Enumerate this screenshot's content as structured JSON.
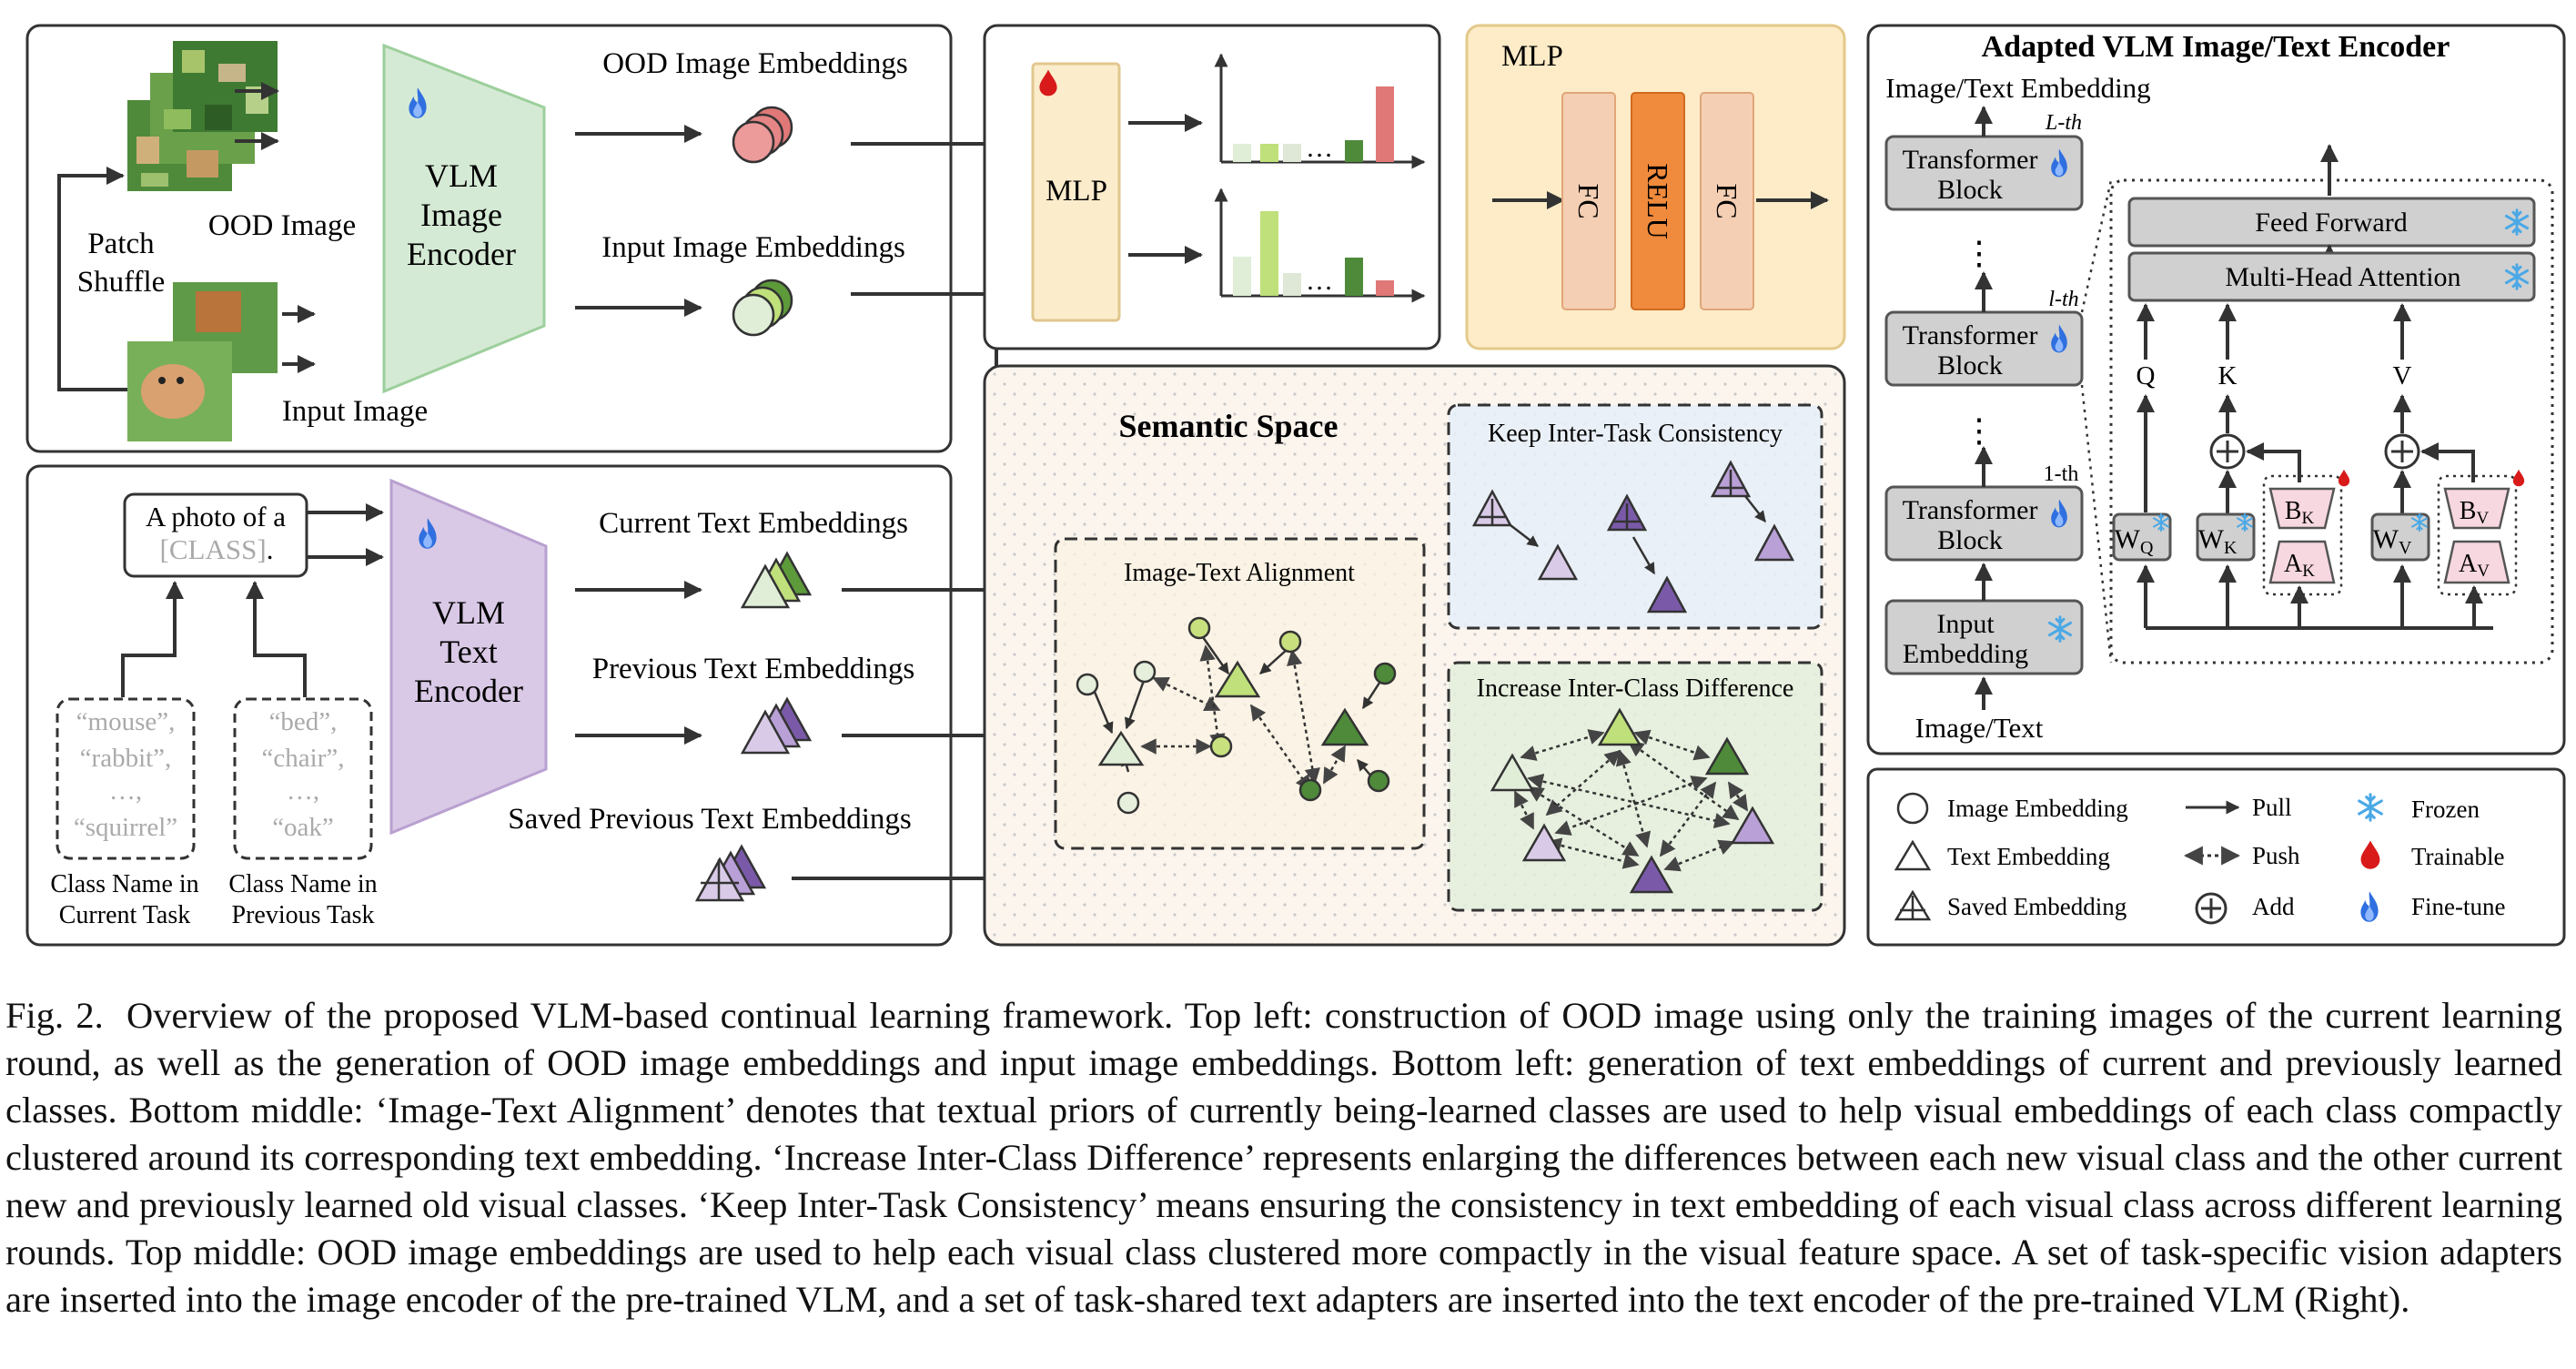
{
  "figure": {
    "ood_image_embeddings": "OOD Image Embeddings",
    "input_image_embeddings": "Input Image Embeddings",
    "vlm_image_encoder": [
      "VLM",
      "Image",
      "Encoder"
    ],
    "patch_shuffle": [
      "Patch",
      "Shuffle"
    ],
    "ood_image": "OOD Image",
    "input_image": "Input Image",
    "mlp_small": "MLP",
    "mlp_detail": {
      "title": "MLP",
      "layers": [
        "FC",
        "RELU",
        "FC"
      ]
    },
    "prompt": [
      "A photo of a",
      "[CLASS]",
      "."
    ],
    "current_classes": [
      "“mouse”,",
      "“rabbit”,",
      "…,",
      "“squirrel”"
    ],
    "previous_classes": [
      "“bed”,",
      "“chair”,",
      "…,",
      "“oak”"
    ],
    "current_task_label": [
      "Class Name in",
      "Current Task"
    ],
    "previous_task_label": [
      "Class Name in",
      "Previous Task"
    ],
    "vlm_text_encoder": [
      "VLM",
      "Text",
      "Encoder"
    ],
    "current_text_embeddings": "Current Text Embeddings",
    "previous_text_embeddings": "Previous Text Embeddings",
    "saved_previous_text_embeddings": "Saved Previous Text Embeddings",
    "semantic_space": "Semantic Space",
    "image_text_alignment": "Image-Text Alignment",
    "keep_inter_task": "Keep Inter-Task Consistency",
    "increase_inter_class": "Increase Inter-Class Difference",
    "encoder_panel": {
      "title": "Adapted VLM Image/Text Encoder",
      "output_label": "Image/Text Embedding",
      "input_label": "Image/Text",
      "block_label": [
        "Transformer",
        "Block"
      ],
      "l_th": "L-th",
      "lower_l_th": "l-th",
      "one_th": "1-th",
      "input_embedding": [
        "Input",
        "Embedding"
      ],
      "feed_forward": "Feed Forward",
      "mha": "Multi-Head Attention",
      "q": "Q",
      "k": "K",
      "v": "V",
      "wq": "W",
      "wq_sub": "Q",
      "wk": "W",
      "wk_sub": "K",
      "wv": "W",
      "wv_sub": "V",
      "bk": "B",
      "bk_sub": "K",
      "ak": "A",
      "ak_sub": "K",
      "bv": "B",
      "bv_sub": "V",
      "av": "A",
      "av_sub": "V"
    },
    "legend": {
      "image_embedding": "Image Embedding",
      "text_embedding": "Text Embedding",
      "saved_embedding": "Saved Embedding",
      "pull": "Pull",
      "push": "Push",
      "add": "Add",
      "frozen": "Frozen",
      "trainable": "Trainable",
      "finetune": "Fine-tune"
    },
    "ellipsis": "…",
    "vdots": "⋮",
    "colors": {
      "image_encoder": "#d5ead5",
      "text_encoder": "#d9c9e6",
      "mlp": "#fbeccb",
      "fc": "#f5cfb3",
      "relu": "#f08a3c",
      "block": "#d0d0d0",
      "fine_tune": "#2f6fe0",
      "trainable": "#d81a1a",
      "frozen": "#4aa8e6"
    },
    "icons": [
      "flame-icon",
      "snowflake-icon",
      "drop-icon",
      "add-icon"
    ]
  },
  "caption": {
    "label": "Fig. 2.",
    "text": "Overview of the proposed VLM-based continual learning framework. Top left: construction of OOD image using only the training images of the current learning round, as well as the generation of OOD image embeddings and input image embeddings. Bottom left: generation of text embeddings of current and previously learned classes. Bottom middle: ‘Image-Text Alignment’ denotes that textual priors of currently being-learned classes are used to help visual embeddings of each class compactly clustered around its corresponding text embedding. ‘Increase Inter-Class Difference’ represents enlarging the differences between each new visual class and the other current new and previously learned old visual classes. ‘Keep Inter-Task Consistency’ means ensuring the consistency in text embedding of each visual class across different learning rounds. Top middle: OOD image embeddings are used to help each visual class clustered more compactly in the visual feature space. A set of task-specific vision adapters are inserted into the image encoder of the pre-trained VLM, and a set of task-shared text adapters are inserted into the text encoder of the pre-trained VLM (Right)."
  }
}
